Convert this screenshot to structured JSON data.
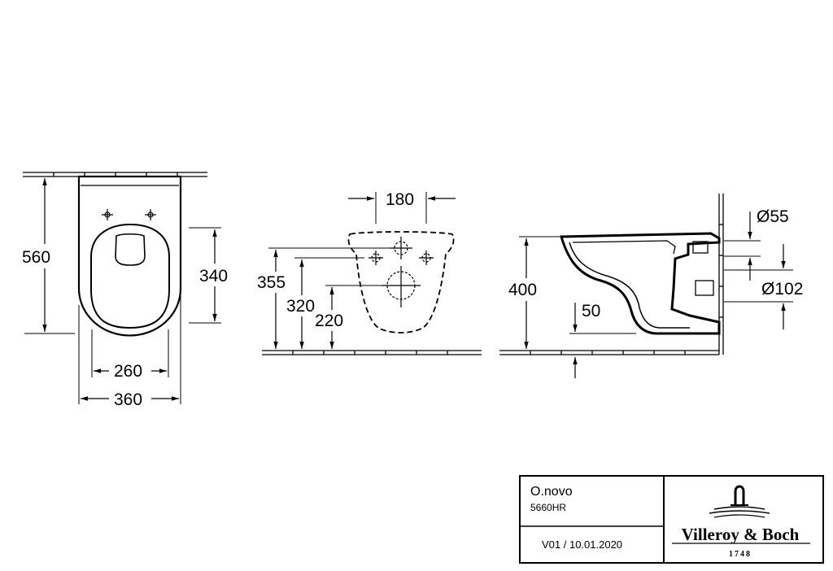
{
  "dimensions": {
    "top_view": {
      "depth": "560",
      "seat_length": "340",
      "inner_width": "260",
      "outer_width": "360"
    },
    "front_view": {
      "fixing_spacing": "180",
      "height_355": "355",
      "height_320": "320",
      "height_220": "220"
    },
    "side_view": {
      "height": "400",
      "gap": "50",
      "inlet_diameter": "Ø55",
      "outlet_diameter": "Ø102"
    }
  },
  "title_block": {
    "product_name": "O.novo",
    "article_number": "5660HR",
    "version": "V01 / 10.01.2020",
    "brand_name": "Villeroy & Boch",
    "brand_year": "1748"
  }
}
